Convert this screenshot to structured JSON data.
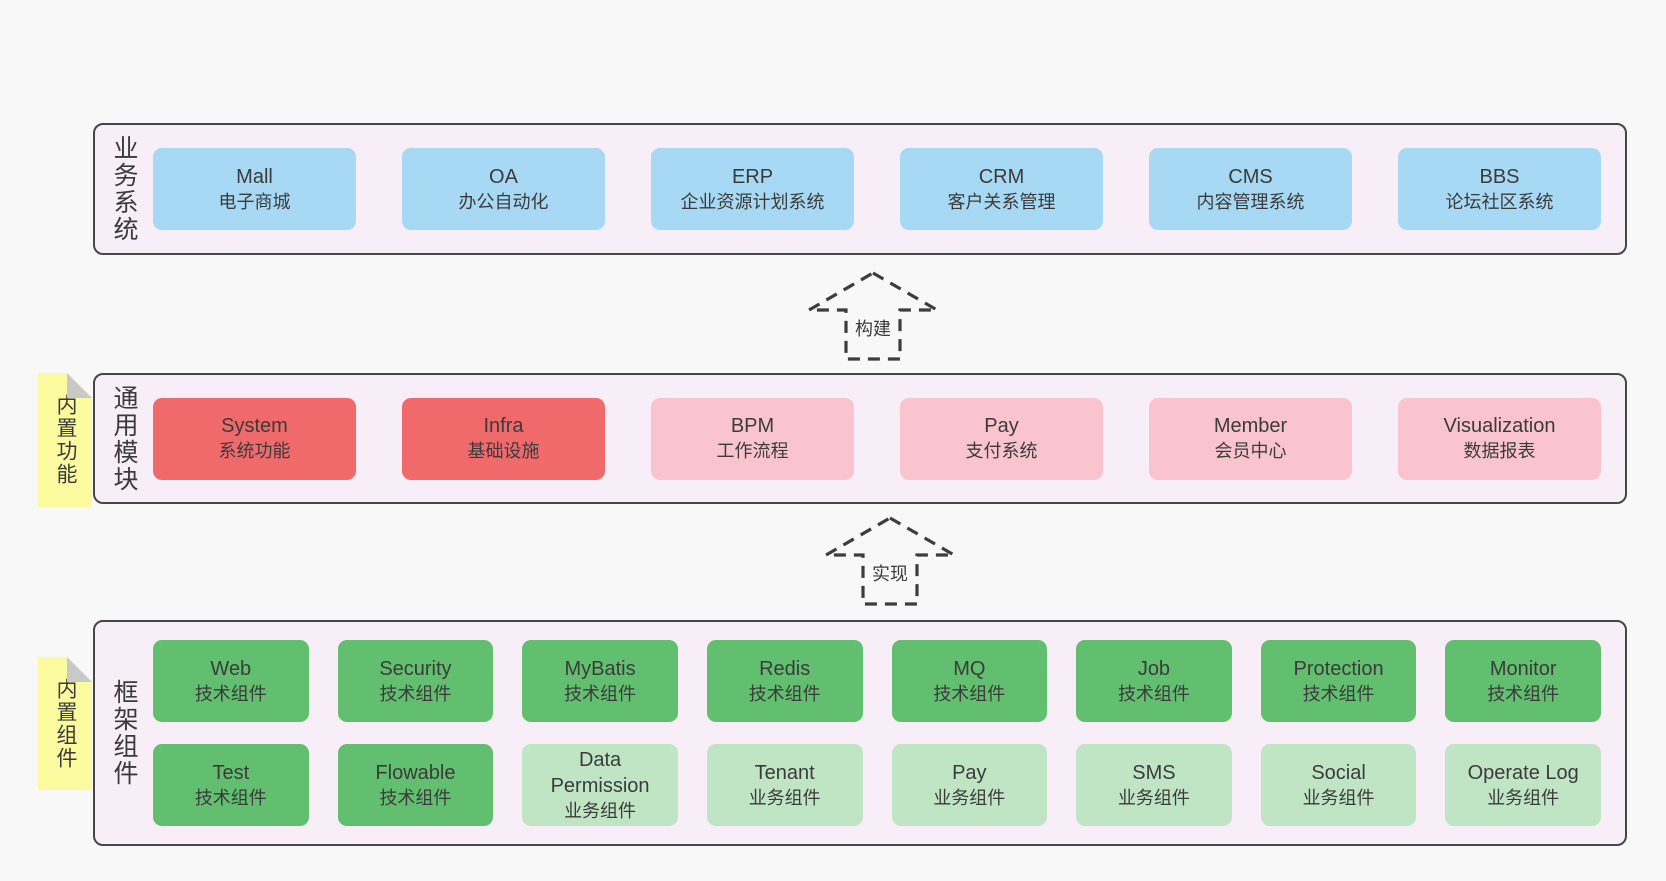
{
  "colors": {
    "page_bg": "#f8f8f8",
    "container_bg": "#f8eef7",
    "container_border": "#474747",
    "blue": "#a7d9f4",
    "red": "#f0696b",
    "pink": "#fac4ce",
    "green": "#62bf6f",
    "green_light": "#c0e5c5",
    "sticky_yellow": "#fbfa9f",
    "sticky_fold": "#c9c9c9",
    "text": "#3b3b3b",
    "arrow": "#3d3d3d"
  },
  "arrows": {
    "build": {
      "label": "构建"
    },
    "implement": {
      "label": "实现"
    }
  },
  "business": {
    "label": "业务系统",
    "items": [
      {
        "title": "Mall",
        "subtitle": "电子商城",
        "variant": "blue"
      },
      {
        "title": "OA",
        "subtitle": "办公自动化",
        "variant": "blue"
      },
      {
        "title": "ERP",
        "subtitle": "企业资源计划系统",
        "variant": "blue"
      },
      {
        "title": "CRM",
        "subtitle": "客户关系管理",
        "variant": "blue"
      },
      {
        "title": "CMS",
        "subtitle": "内容管理系统",
        "variant": "blue"
      },
      {
        "title": "BBS",
        "subtitle": "论坛社区系统",
        "variant": "blue"
      }
    ]
  },
  "modules": {
    "label": "通用模块",
    "sticky": "内置功能",
    "items": [
      {
        "title": "System",
        "subtitle": "系统功能",
        "variant": "red"
      },
      {
        "title": "Infra",
        "subtitle": "基础设施",
        "variant": "red"
      },
      {
        "title": "BPM",
        "subtitle": "工作流程",
        "variant": "pink"
      },
      {
        "title": "Pay",
        "subtitle": "支付系统",
        "variant": "pink"
      },
      {
        "title": "Member",
        "subtitle": "会员中心",
        "variant": "pink"
      },
      {
        "title": "Visualization",
        "subtitle": "数据报表",
        "variant": "pink"
      }
    ]
  },
  "components": {
    "label": "框架组件",
    "sticky": "内置组件",
    "row1": [
      {
        "title": "Web",
        "subtitle": "技术组件",
        "variant": "green"
      },
      {
        "title": "Security",
        "subtitle": "技术组件",
        "variant": "green"
      },
      {
        "title": "MyBatis",
        "subtitle": "技术组件",
        "variant": "green"
      },
      {
        "title": "Redis",
        "subtitle": "技术组件",
        "variant": "green"
      },
      {
        "title": "MQ",
        "subtitle": "技术组件",
        "variant": "green"
      },
      {
        "title": "Job",
        "subtitle": "技术组件",
        "variant": "green"
      },
      {
        "title": "Protection",
        "subtitle": "技术组件",
        "variant": "green"
      },
      {
        "title": "Monitor",
        "subtitle": "技术组件",
        "variant": "green"
      }
    ],
    "row2": [
      {
        "title": "Test",
        "subtitle": "技术组件",
        "variant": "green"
      },
      {
        "title": "Flowable",
        "subtitle": "技术组件",
        "variant": "green"
      },
      {
        "title": "Data Permission",
        "subtitle": "业务组件",
        "variant": "green-light"
      },
      {
        "title": "Tenant",
        "subtitle": "业务组件",
        "variant": "green-light"
      },
      {
        "title": "Pay",
        "subtitle": "业务组件",
        "variant": "green-light"
      },
      {
        "title": "SMS",
        "subtitle": "业务组件",
        "variant": "green-light"
      },
      {
        "title": "Social",
        "subtitle": "业务组件",
        "variant": "green-light"
      },
      {
        "title": "Operate Log",
        "subtitle": "业务组件",
        "variant": "green-light"
      }
    ]
  }
}
